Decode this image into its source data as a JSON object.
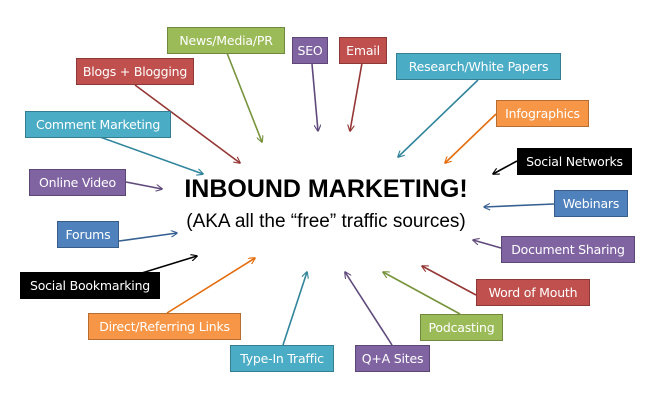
{
  "title": "INBOUND MARKETING!",
  "subtitle": "(AKA all the “free” traffic sources)",
  "colors": {
    "green": "#9bbb59",
    "red": "#c0504d",
    "purple": "#8064a2",
    "teal": "#4bacc6",
    "orange": "#f79646",
    "blue": "#4f81bd",
    "black": "#000000"
  },
  "sources": [
    "News/Media/PR",
    "Blogs + Blogging",
    "SEO",
    "Email",
    "Research/White Papers",
    "Infographics",
    "Social Networks",
    "Comment Marketing",
    "Online Video",
    "Webinars",
    "Forums",
    "Document Sharing",
    "Social Bookmarking",
    "Word of Mouth",
    "Direct/Referring Links",
    "Podcasting",
    "Type-In Traffic",
    "Q+A Sites"
  ]
}
